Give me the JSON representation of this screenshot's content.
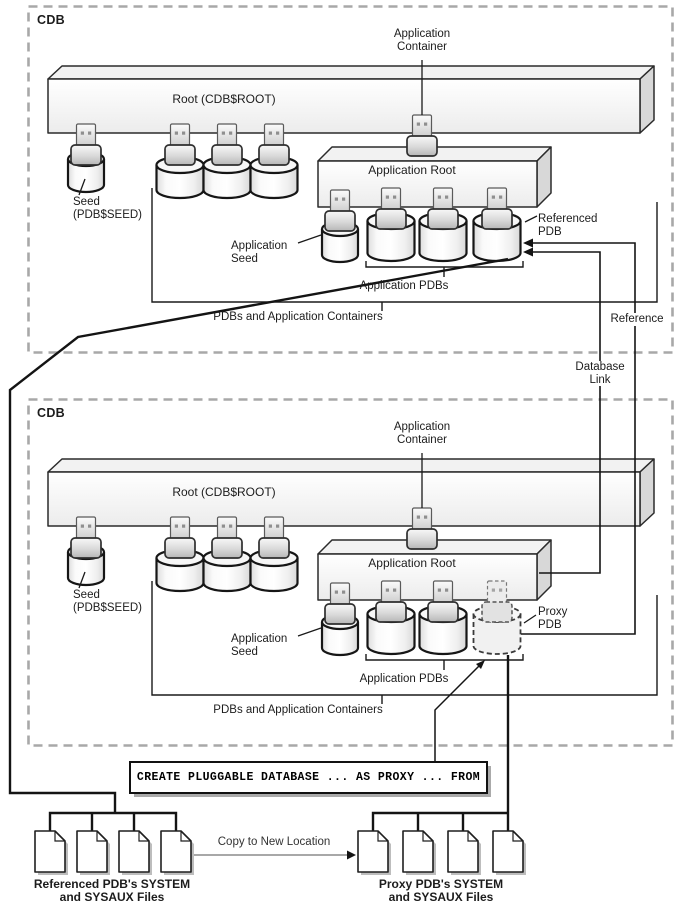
{
  "cdb_top": {
    "title": "CDB",
    "root_label": "Root (CDB$ROOT)",
    "seed_line1": "Seed",
    "seed_line2": "(PDB$SEED)",
    "app_container_line1": "Application",
    "app_container_line2": "Container",
    "app_root_label": "Application Root",
    "app_seed_line1": "Application",
    "app_seed_line2": "Seed",
    "app_pdbs_label": "Application PDBs",
    "pdbs_and_containers_label": "PDBs and Application Containers",
    "callout_line1": "Referenced",
    "callout_line2": "PDB"
  },
  "cdb_bottom": {
    "title": "CDB",
    "root_label": "Root (CDB$ROOT)",
    "seed_line1": "Seed",
    "seed_line2": "(PDB$SEED)",
    "app_container_line1": "Application",
    "app_container_line2": "Container",
    "app_root_label": "Application Root",
    "app_seed_line1": "Application",
    "app_seed_line2": "Seed",
    "app_pdbs_label": "Application PDBs",
    "pdbs_and_containers_label": "PDBs and Application Containers",
    "callout_line1": "Proxy",
    "callout_line2": "PDB"
  },
  "relations": {
    "reference_label": "Reference",
    "database_link_line1": "Database",
    "database_link_line2": "Link"
  },
  "sql_box": {
    "text": "CREATE PLUGGABLE DATABASE ... AS PROXY ... FROM"
  },
  "file_copy": {
    "copy_label": "Copy to New Location",
    "left_group_line1": "Referenced PDB's SYSTEM",
    "left_group_line2": "and SYSAUX Files",
    "right_group_line1": "Proxy PDB's SYSTEM",
    "right_group_line2": "and SYSAUX Files"
  },
  "colors": {
    "line": "#1a1a1a",
    "dashed_border": "#a8a8a8",
    "copy_line": "#9c9c9c",
    "shadow": "#bdbdbd"
  }
}
